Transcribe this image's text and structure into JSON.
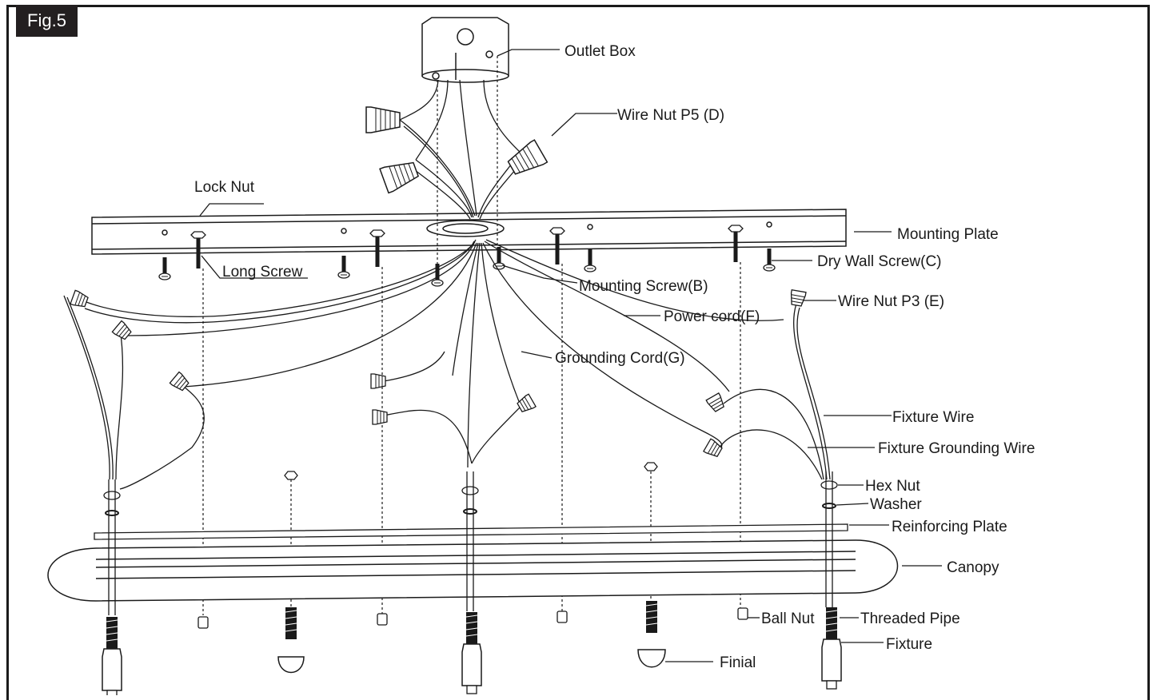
{
  "figure_label": "Fig.5",
  "labels": {
    "outlet_box": "Outlet Box",
    "wire_nut_p5": "Wire Nut P5 (D)",
    "lock_nut": "Lock Nut",
    "mounting_plate": "Mounting Plate",
    "long_screw": "Long Screw",
    "dry_wall_screw": "Dry Wall Screw(C)",
    "mounting_screw": "Mounting Screw(B)",
    "power_cord": "Power cord(F)",
    "wire_nut_p3": "Wire Nut P3 (E)",
    "grounding_cord": "Grounding Cord(G)",
    "fixture_wire": "Fixture Wire",
    "fixture_grounding_wire": "Fixture Grounding Wire",
    "hex_nut": "Hex Nut",
    "washer": "Washer",
    "reinforcing_plate": "Reinforcing Plate",
    "canopy": "Canopy",
    "ball_nut": "Ball Nut",
    "threaded_pipe": "Threaded Pipe",
    "fixture": "Fixture",
    "finial": "Finial"
  },
  "colors": {
    "line": "#1a1a1a",
    "label_bg": "#231f20",
    "label_text": "#ffffff"
  }
}
